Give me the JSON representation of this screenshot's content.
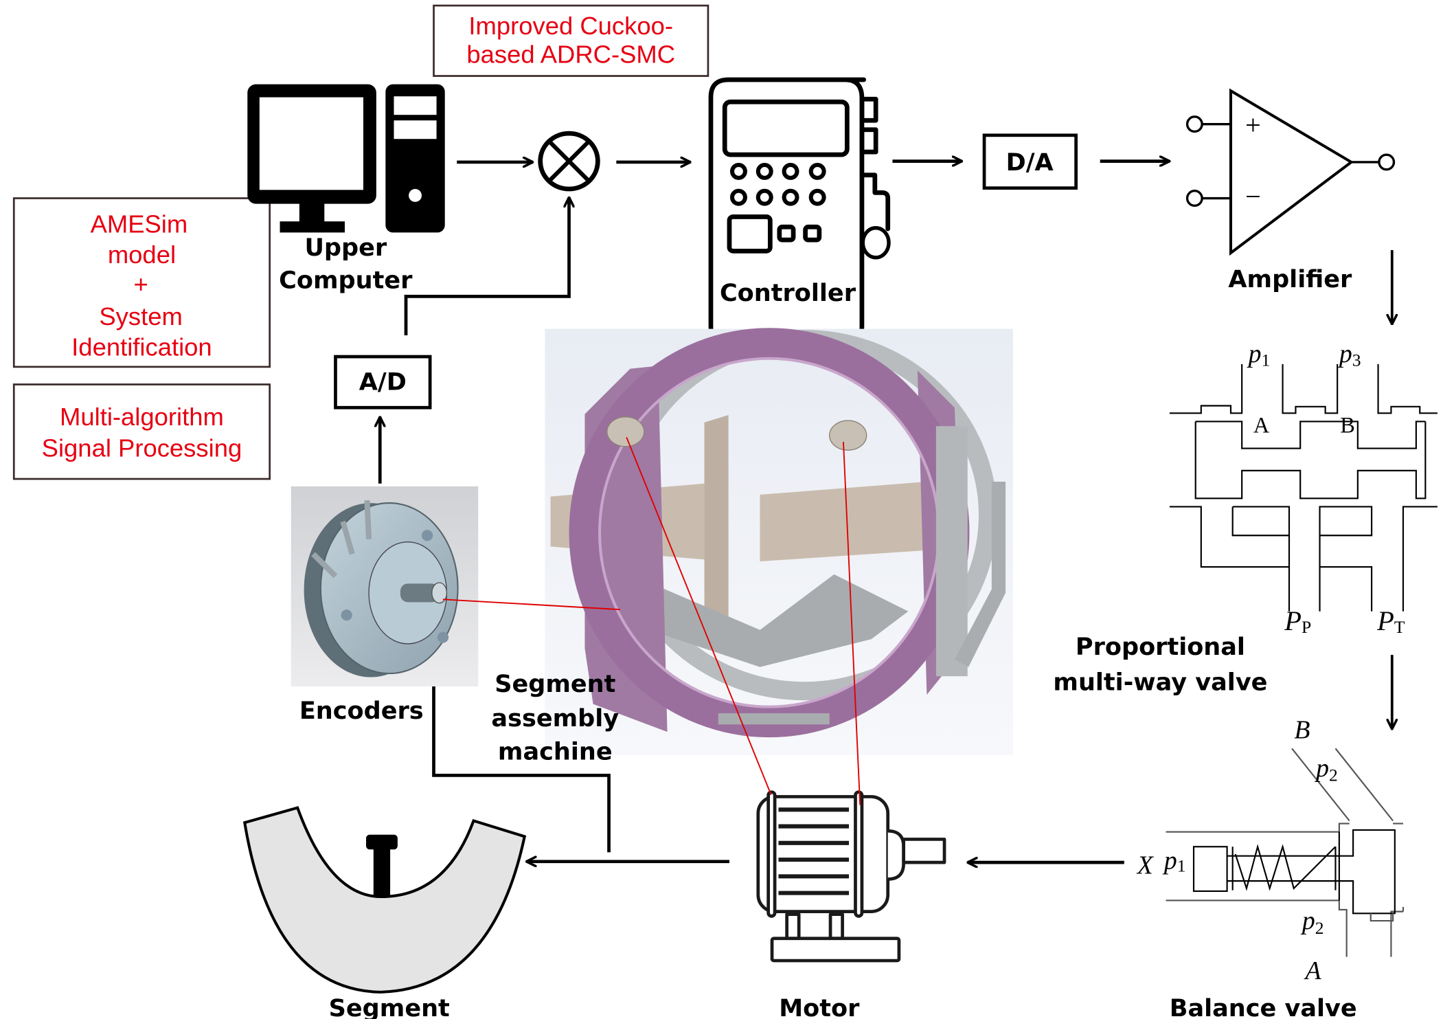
{
  "diagram": {
    "title": "Segment assembly machine control loop",
    "colors": {
      "annotation_red": "#e60012",
      "line_black": "#000000",
      "ring_purple": "#9b6f9d",
      "segment_fill": "#e4e4e4"
    },
    "annotations": {
      "algorithm": [
        "Improved Cuckoo-",
        "based ADRC-SMC"
      ],
      "modeling": [
        "AMESim",
        "model",
        "+",
        "System",
        "Identification"
      ],
      "signal": [
        "Multi-algorithm",
        "Signal Processing"
      ]
    },
    "blocks": {
      "upper_computer": [
        "Upper",
        "Computer"
      ],
      "controller": "Controller",
      "da": "D/A",
      "amplifier": "Amplifier",
      "prop_valve": [
        "Proportional",
        "multi-way valve"
      ],
      "balance_valve": "Balance valve",
      "motor": "Motor",
      "segment": "Segment",
      "encoders": "Encoders",
      "machine": [
        "Segment",
        "assembly",
        "machine"
      ],
      "ad": "A/D"
    },
    "amplifier_symbols": {
      "plus": "+",
      "minus": "−"
    },
    "prop_valve_labels": {
      "p1": "p",
      "p1_sub": "1",
      "p3": "p",
      "p3_sub": "3",
      "A": "A",
      "B": "B",
      "PP": "P",
      "PP_sub": "P",
      "PT": "P",
      "PT_sub": "T"
    },
    "balance_valve_labels": {
      "B": "B",
      "A": "A",
      "X": "X",
      "p1": "p",
      "p1_sub": "1",
      "p2_top": "p",
      "p2_top_sub": "2",
      "p2_bot": "p",
      "p2_bot_sub": "2"
    },
    "icons": [
      "computer-icon",
      "summing-junction-icon",
      "controller-icon",
      "amplifier-icon",
      "motor-icon",
      "segment-icon",
      "encoder-image",
      "machine-image"
    ]
  }
}
